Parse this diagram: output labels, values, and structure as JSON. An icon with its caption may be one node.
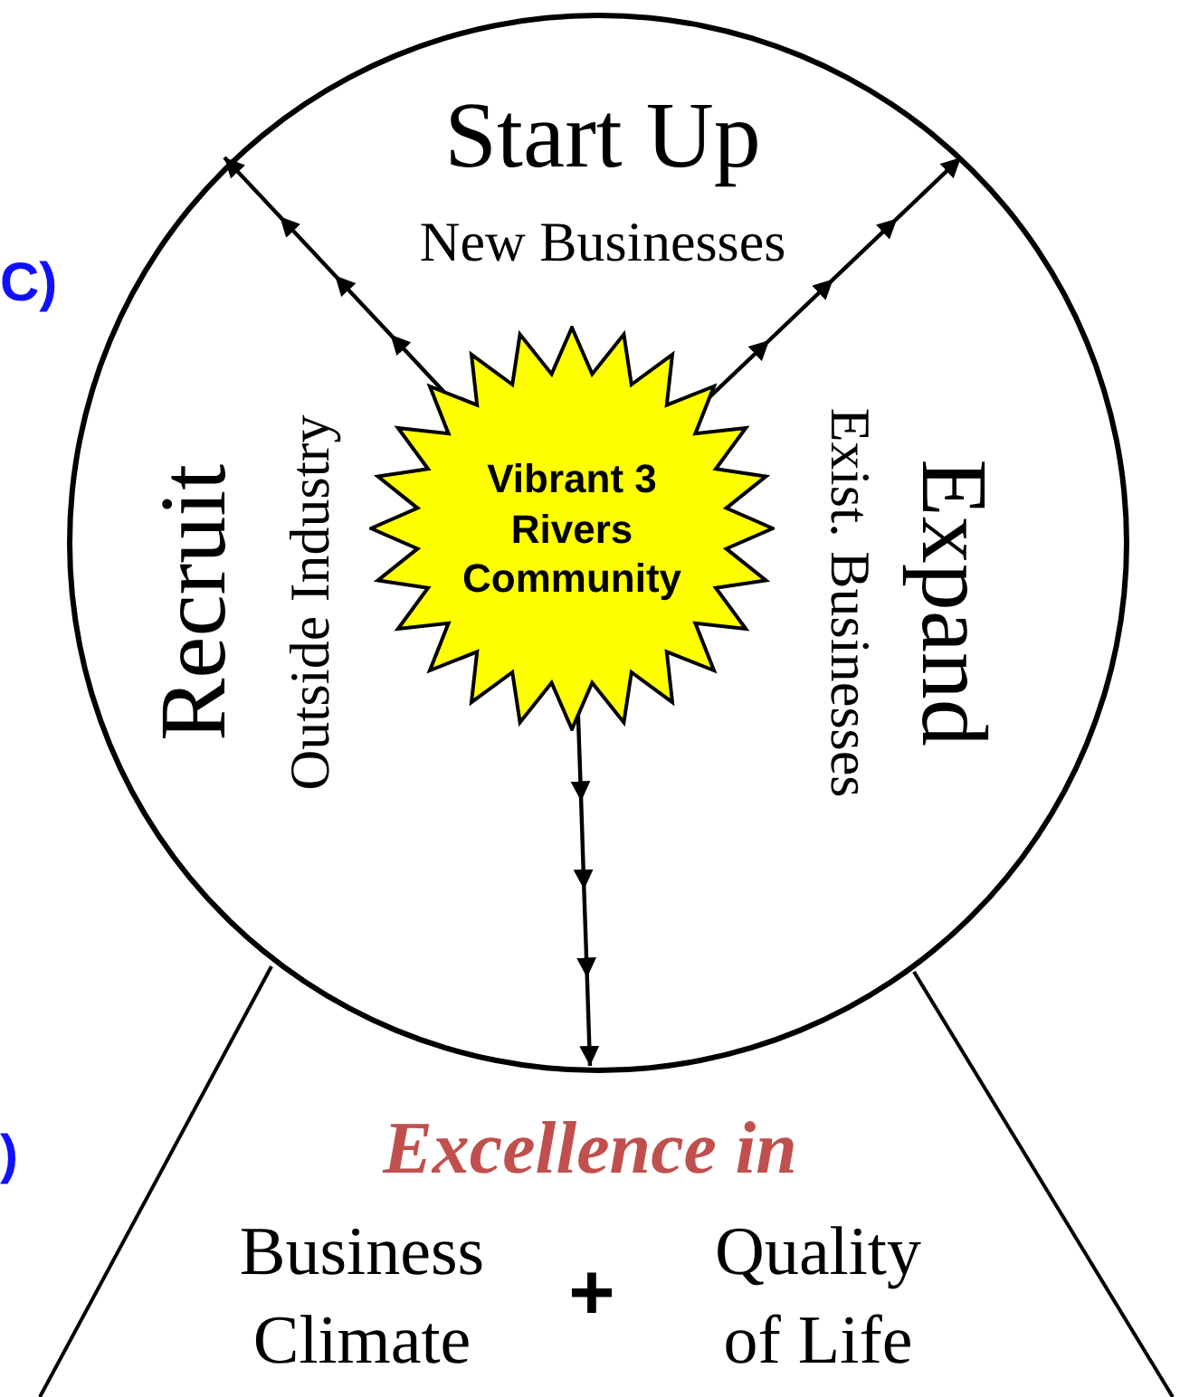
{
  "diagram": {
    "nodes": [
      {
        "text": [
          "Start Up",
          "New Businesses",
          "Recruit",
          "Outside Industry",
          "Expand",
          "Exist. Businesses"
        ]
      },
      {
        "text": [
          "Vibrant 3 Rivers Community"
        ],
        "in": 0
      }
    ],
    "edges": [
      {
        "from": 1,
        "to": null,
        "arrow": "to"
      },
      {
        "from": 1,
        "to": null,
        "arrow": "to"
      },
      {
        "from": 1,
        "to": null,
        "arrow": "to"
      }
    ],
    "labels": [
      "C)",
      ")",
      "Excellence in",
      "Business Climate",
      "+",
      "Quality of Life"
    ]
  }
}
